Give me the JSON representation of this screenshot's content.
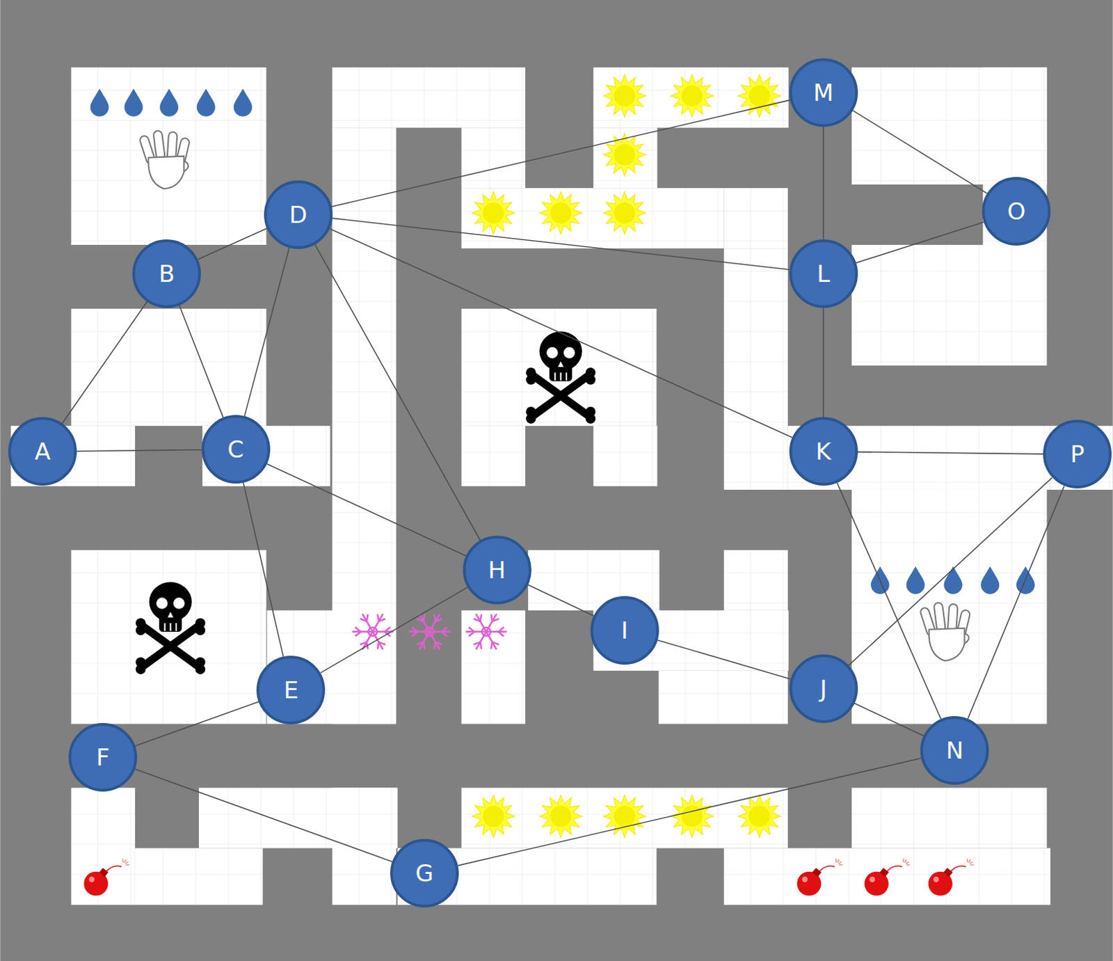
{
  "diagram": {
    "nodes": [
      {
        "text": [
          "A"
        ]
      },
      {
        "text": [
          "B"
        ]
      },
      {
        "text": [
          "C"
        ]
      },
      {
        "text": [
          "D"
        ]
      },
      {
        "text": [
          "E"
        ]
      },
      {
        "text": [
          "F"
        ]
      },
      {
        "text": [
          "G"
        ]
      },
      {
        "text": [
          "H"
        ]
      },
      {
        "text": [
          "I"
        ]
      },
      {
        "text": [
          "J"
        ]
      },
      {
        "text": [
          "K"
        ]
      },
      {
        "text": [
          "L"
        ]
      },
      {
        "text": [
          "M"
        ]
      },
      {
        "text": [
          "N"
        ]
      },
      {
        "text": [
          "O"
        ]
      },
      {
        "text": [
          "P"
        ]
      }
    ],
    "edges": [
      {
        "from": 1,
        "to": 3,
        "arrow": "none"
      },
      {
        "from": 1,
        "to": 0,
        "arrow": "none"
      },
      {
        "from": 1,
        "to": 2,
        "arrow": "none"
      },
      {
        "from": 0,
        "to": 2,
        "arrow": "none"
      },
      {
        "from": 3,
        "to": 2,
        "arrow": "none"
      },
      {
        "from": 3,
        "to": 12,
        "arrow": "none"
      },
      {
        "from": 3,
        "to": 11,
        "arrow": "none"
      },
      {
        "from": 3,
        "to": 10,
        "arrow": "none"
      },
      {
        "from": 3,
        "to": 7,
        "arrow": "none"
      },
      {
        "from": 2,
        "to": 7,
        "arrow": "none"
      },
      {
        "from": 2,
        "to": 4,
        "arrow": "none"
      },
      {
        "from": 4,
        "to": 7,
        "arrow": "none"
      },
      {
        "from": 4,
        "to": 5,
        "arrow": "none"
      },
      {
        "from": 5,
        "to": 6,
        "arrow": "none"
      },
      {
        "from": 6,
        "to": 13,
        "arrow": "none"
      },
      {
        "from": 7,
        "to": 8,
        "arrow": "none"
      },
      {
        "from": 8,
        "to": 9,
        "arrow": "none"
      },
      {
        "from": 9,
        "to": 13,
        "arrow": "none"
      },
      {
        "from": 9,
        "to": 15,
        "arrow": "none"
      },
      {
        "from": 10,
        "to": 13,
        "arrow": "none"
      },
      {
        "from": 15,
        "to": 13,
        "arrow": "none"
      },
      {
        "from": 10,
        "to": 15,
        "arrow": "none"
      },
      {
        "from": 10,
        "to": 11,
        "arrow": "none"
      },
      {
        "from": 11,
        "to": 12,
        "arrow": "none"
      },
      {
        "from": 12,
        "to": 14,
        "arrow": "none"
      },
      {
        "from": 11,
        "to": 14,
        "arrow": "none"
      }
    ]
  }
}
